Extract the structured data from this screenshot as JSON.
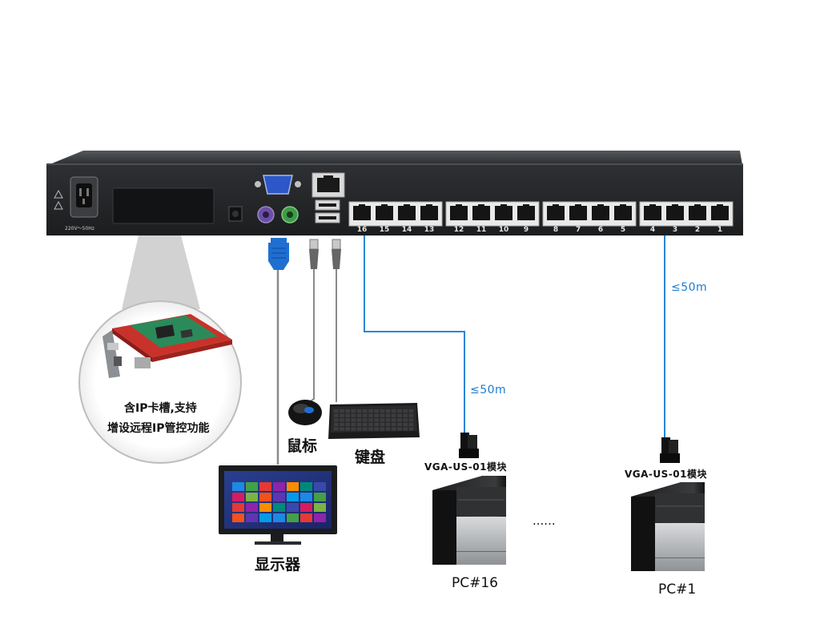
{
  "ports": [
    "16",
    "15",
    "14",
    "13",
    "12",
    "11",
    "10",
    "9",
    "8",
    "7",
    "6",
    "5",
    "4",
    "3",
    "2",
    "1"
  ],
  "psu_label": "220V～50Hz",
  "callout": {
    "line1": "含IP卡槽,支持",
    "line2": "增设远程IP管控功能"
  },
  "peripherals": {
    "mouse": "鼠标",
    "keyboard": "键盘",
    "monitor": "显示器"
  },
  "distances": {
    "pc16": "≤50m",
    "pc1": "≤50m"
  },
  "modules": {
    "pc16": "VGA-US-01模块",
    "pc1": "VGA-US-01模块"
  },
  "pcs": {
    "pc16": "PC#16",
    "pc1": "PC#1"
  },
  "ellipsis": "......",
  "colors": {
    "cable_blue": "#2a85d6",
    "cable_gray": "#888888",
    "chassis": "#2b2d30",
    "vga_blue": "#1f6fd1"
  }
}
